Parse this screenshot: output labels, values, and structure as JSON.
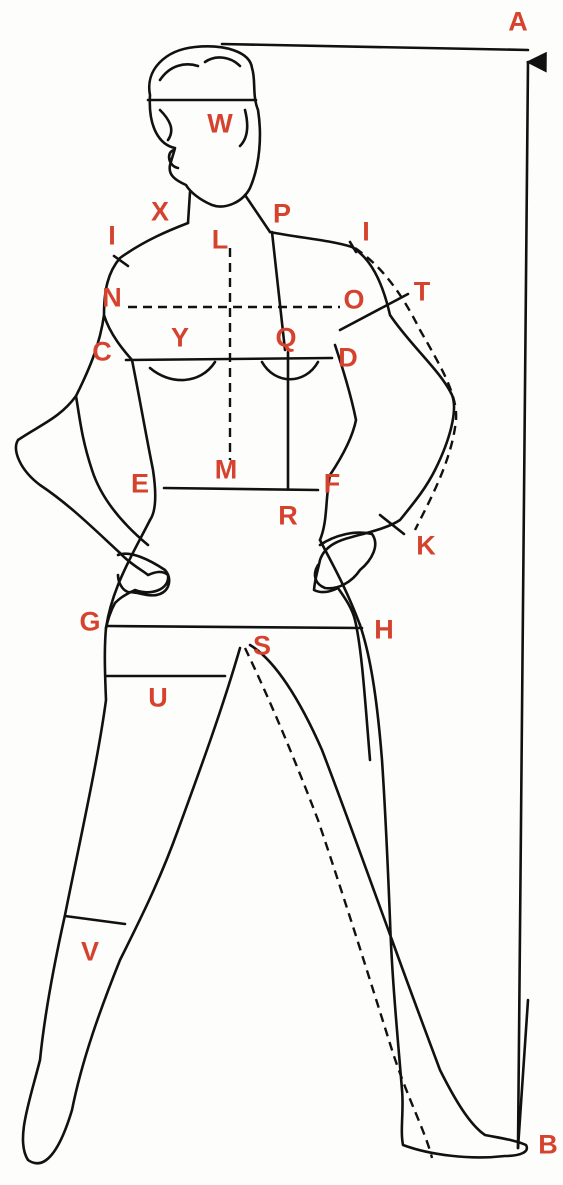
{
  "labels": {
    "A": "A",
    "B": "B",
    "C": "C",
    "D": "D",
    "E": "E",
    "F": "F",
    "G": "G",
    "H": "H",
    "I_left": "I",
    "I_right": "I",
    "K": "K",
    "L": "L",
    "M": "M",
    "N": "N",
    "O": "O",
    "P": "P",
    "Q": "Q",
    "R": "R",
    "S": "S",
    "T": "T",
    "U": "U",
    "V": "V",
    "W": "W",
    "X": "X",
    "Y": "Y"
  },
  "colors": {
    "label": "#d5432f",
    "line": "#111111",
    "background": "#fdfdfc"
  }
}
